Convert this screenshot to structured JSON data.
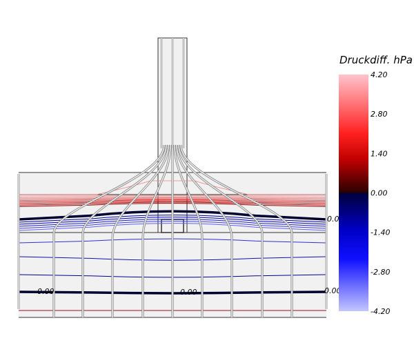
{
  "chart_data": {
    "type": "heatmap",
    "subtype": "contour-with-streamlines",
    "colorbar": {
      "title": "Druckdiff. hPa",
      "range": [
        -4.2,
        4.2
      ],
      "ticks": [
        "4.20",
        "2.80",
        "1.40",
        "0.00",
        "-1.40",
        "-2.80",
        "-4.20"
      ],
      "tick_values": [
        4.2,
        2.8,
        1.4,
        0.0,
        -1.4,
        -2.8,
        -4.2
      ],
      "colors": {
        "max": "#ffc4cc",
        "high": "#ff1010",
        "mid_pos": "#b00000",
        "zero_pos": "#280000",
        "zero_neg": "#00003c",
        "low": "#0000ff",
        "min": "#c0c4ff"
      }
    },
    "contour_labels": [
      {
        "text": "-0.00",
        "position": "bottom-left"
      },
      {
        "text": "-0.00",
        "position": "bottom-center"
      },
      {
        "text": "-0.00",
        "position": "bottom-right"
      },
      {
        "text": "0.0",
        "position": "middle-right"
      }
    ],
    "contour_levels_positive": 9,
    "contour_levels_negative": 9
  }
}
